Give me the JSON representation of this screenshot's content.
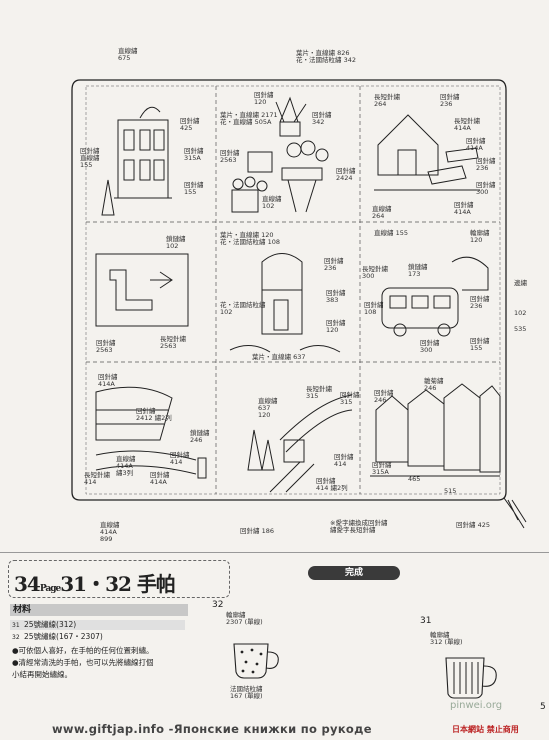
{
  "diagram": {
    "labels": [
      {
        "id": "l1",
        "text": "直線繡\n675"
      },
      {
        "id": "l2",
        "text": "葉片・直線繡 826\n花・法國結粒繡 342"
      },
      {
        "id": "l3",
        "text": "回針繡\n425"
      },
      {
        "id": "l4",
        "text": "回針繡\n315A"
      },
      {
        "id": "l5",
        "text": "回針繡\n155"
      },
      {
        "id": "l6",
        "text": "回針繡\n直線繡\n155"
      },
      {
        "id": "l7",
        "text": "回針繡\n120"
      },
      {
        "id": "l8",
        "text": "葉片・直線繡 2171\n花・直線繡 505A"
      },
      {
        "id": "l9",
        "text": "回針繡\n342"
      },
      {
        "id": "l10",
        "text": "回針繡\n2563"
      },
      {
        "id": "l11",
        "text": "回針繡\n2424"
      },
      {
        "id": "l12",
        "text": "直線繡\n102"
      },
      {
        "id": "l13",
        "text": "長短針繡\n264"
      },
      {
        "id": "l14",
        "text": "回針繡\n236"
      },
      {
        "id": "l15",
        "text": "長短針繡\n414A"
      },
      {
        "id": "l16",
        "text": "回針繡\n414A"
      },
      {
        "id": "l17",
        "text": "回針繡\n236"
      },
      {
        "id": "l18",
        "text": "回針繡\n300"
      },
      {
        "id": "l19",
        "text": "直線繡\n264"
      },
      {
        "id": "l20",
        "text": "回針繡\n414A"
      },
      {
        "id": "l21",
        "text": "鎖鏈繡\n102"
      },
      {
        "id": "l22",
        "text": "回針繡\n2563"
      },
      {
        "id": "l23",
        "text": "長短針繡\n2563"
      },
      {
        "id": "l24",
        "text": "葉片・直線繡 120\n花・法國結粒繡 108"
      },
      {
        "id": "l25",
        "text": "回針繡\n236"
      },
      {
        "id": "l26",
        "text": "回針繡\n383"
      },
      {
        "id": "l27",
        "text": "花・法國結粒繡\n102"
      },
      {
        "id": "l28",
        "text": "回針繡\n120"
      },
      {
        "id": "l29",
        "text": "葉片・直線繡 637"
      },
      {
        "id": "l30",
        "text": "直線繡 155"
      },
      {
        "id": "l31",
        "text": "輪廓繡\n120"
      },
      {
        "id": "l32",
        "text": "長短針繡\n300"
      },
      {
        "id": "l33",
        "text": "鎖鏈繡\n173"
      },
      {
        "id": "l34",
        "text": "回針繡\n108"
      },
      {
        "id": "l35",
        "text": "回針繡\n236"
      },
      {
        "id": "l36",
        "text": "回針繡\n155"
      },
      {
        "id": "l37",
        "text": "回針繡\n300"
      },
      {
        "id": "l38",
        "text": "回針繡\n414A"
      },
      {
        "id": "l39",
        "text": "回針繡\n2412 繡2列"
      },
      {
        "id": "l40",
        "text": "鎖鏈繡\n246"
      },
      {
        "id": "l41",
        "text": "回針繡\n414"
      },
      {
        "id": "l42",
        "text": "回針繡\n414A"
      },
      {
        "id": "l43",
        "text": "長短針繡\n414"
      },
      {
        "id": "l44",
        "text": "直線繡\n414A\n繡3列"
      },
      {
        "id": "l45",
        "text": "直線繡\n637\n120"
      },
      {
        "id": "l46",
        "text": "長短針繡\n315"
      },
      {
        "id": "l47",
        "text": "回針繡\n315"
      },
      {
        "id": "l48",
        "text": "回針繡\n414"
      },
      {
        "id": "l49",
        "text": "回針繡\n414 繡2列"
      },
      {
        "id": "l50",
        "text": "雛菊繡\n246"
      },
      {
        "id": "l51",
        "text": "回針繡\n246"
      },
      {
        "id": "l52",
        "text": "回針繡\n315A"
      },
      {
        "id": "l53",
        "text": "465"
      },
      {
        "id": "l54",
        "text": "515"
      },
      {
        "id": "l55",
        "text": "回針繡 425"
      },
      {
        "id": "l56",
        "text": "回針繡 186"
      },
      {
        "id": "l57",
        "text": "直線繡\n414A\n899"
      },
      {
        "id": "l58",
        "text": "※愛字繡換成回針繡\n繡愛字長短針繡"
      },
      {
        "id": "l59",
        "text": "邊繡"
      },
      {
        "id": "l60",
        "text": "102"
      },
      {
        "id": "l61",
        "text": "535"
      }
    ]
  },
  "header": {
    "page_ref": "34",
    "page_word": "Page",
    "title": "31・32 手帕"
  },
  "materials": {
    "heading": "材料",
    "items": [
      {
        "no": "31",
        "text": "25號繡線(312)"
      },
      {
        "no": "32",
        "text": "25號繡線(167・2307)"
      }
    ],
    "notes": [
      "●可依個人喜好，在手帕的任何位置刺繡。",
      "●清經常清洗的手帕，也可以先將繡線打個",
      "  小結再開始繡線。"
    ]
  },
  "finished": {
    "label": "完成",
    "item32": {
      "no": "32",
      "top": "輪廓繡\n2307 (單線)",
      "bottom": "法國結粒繡\n167 (單線)"
    },
    "item31": {
      "no": "31",
      "top": "輪廓繡\n312 (單線)"
    }
  },
  "footer": {
    "text": "www.giftjap.info -Японские книжки по рукоде",
    "red": "日本網站 禁止商用",
    "watermark": "pinwei.org",
    "page_no": "5"
  }
}
